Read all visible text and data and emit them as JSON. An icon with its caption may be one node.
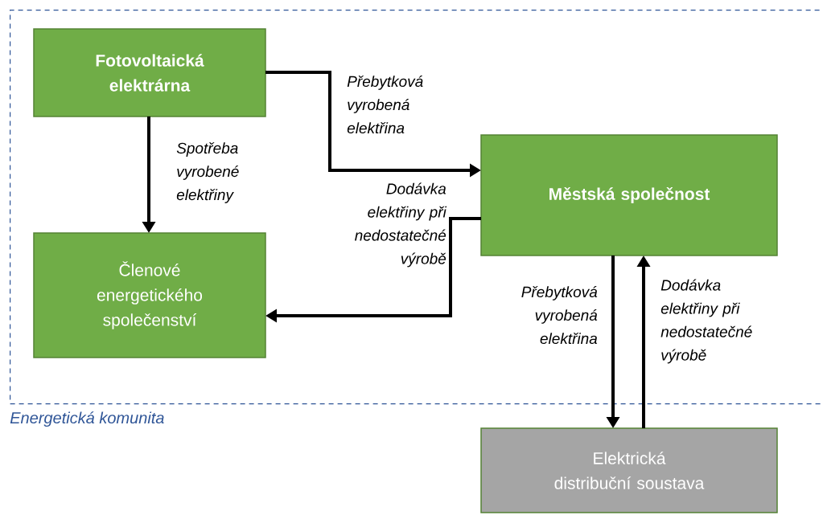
{
  "diagram": {
    "nodes": [
      {
        "text": [
          "Energetická komunita"
        ]
      },
      {
        "text": [
          "Fotovoltaická elektrárna"
        ],
        "in": 0
      },
      {
        "text": [
          "Městská společnost"
        ],
        "in": 0
      },
      {
        "text": [
          "Členové energetického společenství"
        ],
        "in": 0
      },
      {
        "text": [
          "Elektrická distribuční soustava"
        ]
      }
    ],
    "edges": [
      {
        "from": 1,
        "to": 3,
        "arrow": "to",
        "label": "Spotřeba vyrobené elektřiny"
      },
      {
        "from": 1,
        "to": 2,
        "arrow": "to",
        "label": "Přebytková vyrobená elektřina"
      },
      {
        "from": 2,
        "to": 3,
        "arrow": "to",
        "label": "Dodávka elektřiny při nedostatečné výrobě"
      },
      {
        "from": 2,
        "to": 4,
        "arrow": "to",
        "label": "Přebytková vyrobená elektřina"
      },
      {
        "from": 4,
        "to": 2,
        "arrow": "to",
        "label": "Dodávka elektřiny při nedostatečné výrobě"
      }
    ]
  }
}
